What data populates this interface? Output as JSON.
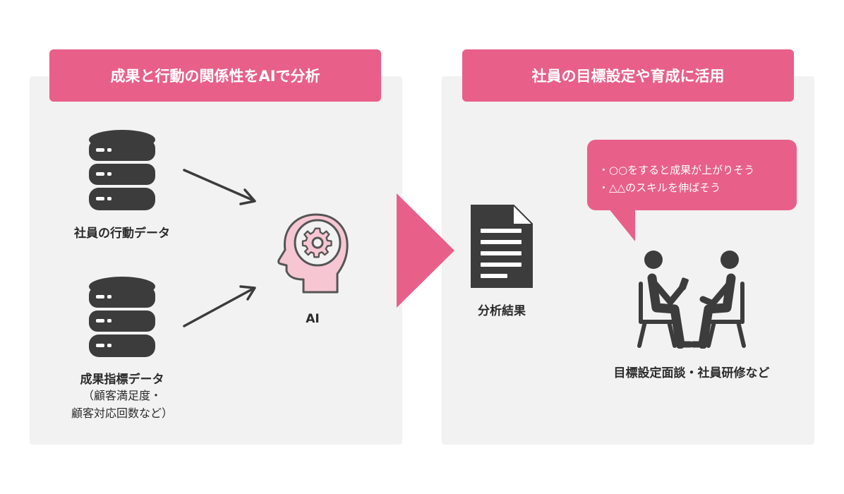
{
  "left_section": {
    "header": "成果と行動の関係性をAIで分析",
    "behavior_data_label": "社員の行動データ",
    "outcome_data_label": "成果指標データ",
    "outcome_data_note_line1": "（顧客満足度・",
    "outcome_data_note_line2": "顧客対応回数など）",
    "ai_label": "AI"
  },
  "right_section": {
    "header": "社員の目標設定や育成に活用",
    "result_label": "分析結果",
    "bubble_line1": "・○○をすると成果が上がりそう",
    "bubble_line2": "・△△のスキルを伸ばそう",
    "meeting_label": "目標設定面談・社員研修など"
  },
  "colors": {
    "accent": "#e8608a",
    "panel": "#f2f2f2",
    "icon_dark": "#3c3c3c",
    "ai_head": "#f7c6d3"
  }
}
